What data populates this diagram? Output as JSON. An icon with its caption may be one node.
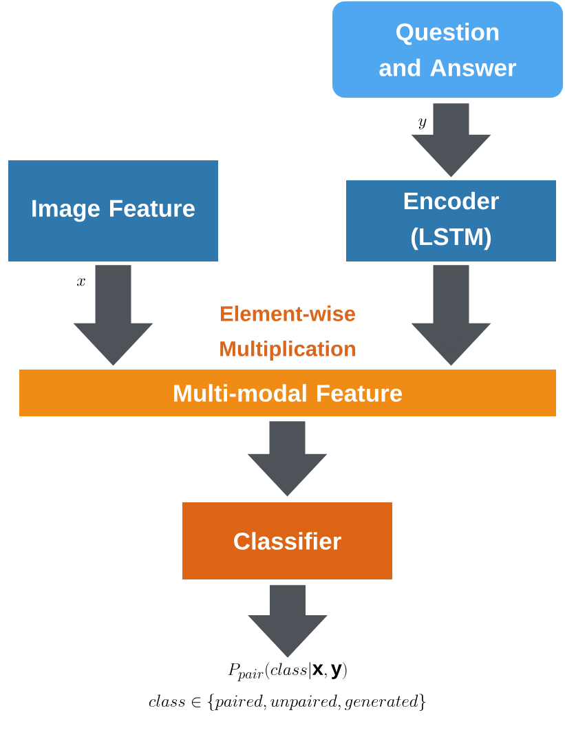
{
  "diagram": {
    "nodes": [
      {
        "text": [
          "Question and Answer"
        ]
      },
      {
        "text": [
          "Image Feature"
        ]
      },
      {
        "text": [
          "Encoder (LSTM)"
        ]
      },
      {
        "text": [
          "Multi-modal Feature"
        ],
        "beside": [
          "Element-wise Multiplication"
        ]
      },
      {
        "text": [
          "Classifier"
        ]
      },
      {
        "text": [
          "P_{pair}(class|\\mathbf{x},\\mathbf{y})",
          "class \\in \\{paired, unpaired, generated\\}"
        ]
      }
    ],
    "edges": [
      {
        "from": 0,
        "to": 2,
        "arrow": "to",
        "label": "y"
      },
      {
        "from": 1,
        "to": 3,
        "arrow": "to",
        "label": "x"
      },
      {
        "from": 2,
        "to": 3,
        "arrow": "to"
      },
      {
        "from": 3,
        "to": 4,
        "arrow": "to"
      },
      {
        "from": 4,
        "to": 5,
        "arrow": "to"
      }
    ]
  }
}
